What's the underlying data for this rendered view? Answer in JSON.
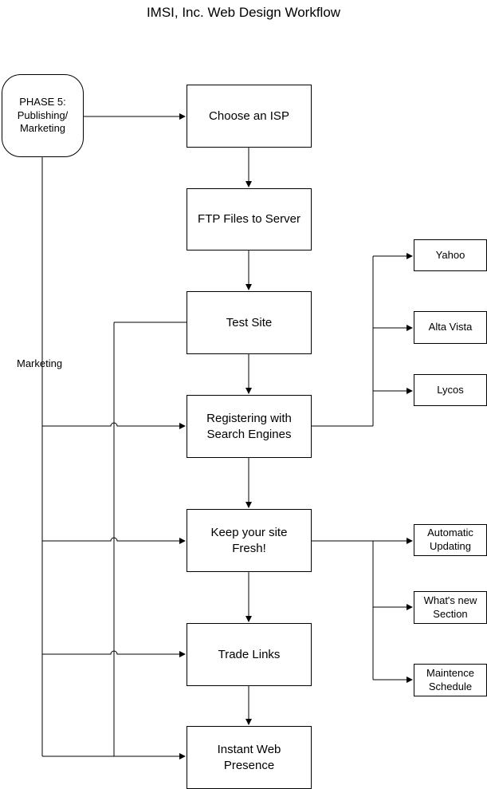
{
  "title": "IMSI, Inc. Web Design Workflow",
  "phase_label": "PHASE 5:\nPublishing/\nMarketing",
  "marketing_label": "Marketing",
  "steps": {
    "isp": "Choose an ISP",
    "ftp": "FTP Files to Server",
    "test": "Test Site",
    "register": "Registering with\nSearch Engines",
    "fresh": "Keep your site\nFresh!",
    "trade": "Trade Links",
    "instant": "Instant Web\nPresence"
  },
  "search_engines": [
    "Yahoo",
    "Alta Vista",
    "Lycos"
  ],
  "fresh_options": [
    "Automatic\nUpdating",
    "What's new\nSection",
    "Maintence\nSchedule"
  ]
}
